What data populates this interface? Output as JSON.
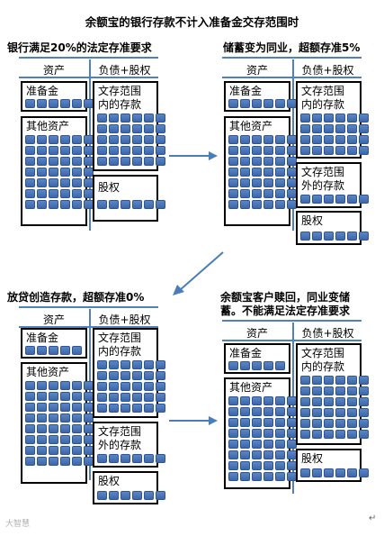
{
  "title": "余额宝的银行存款不计入准备金交存范围时",
  "column_headers": {
    "assets": "资产",
    "liabilities": "负债+股权"
  },
  "panels": [
    {
      "title_lines": [
        "银行满足20%的法定存准要求"
      ],
      "boxes": {
        "reserve": "准备金",
        "other_assets": "其他资产",
        "deposits_in": [
          "文存范围",
          "内的存款"
        ],
        "equity": "股权"
      }
    },
    {
      "title_lines": [
        "储蓄变为同业，超额存准5%"
      ],
      "boxes": {
        "reserve": "准备金",
        "other_assets": "其他资产",
        "deposits_in": [
          "文存范围",
          "内的存款"
        ],
        "deposits_out": [
          "文存范围",
          "外的存款"
        ],
        "equity": "股权"
      }
    },
    {
      "title_lines": [
        "放贷创造存款，超额存准0%"
      ],
      "boxes": {
        "reserve": "准备金",
        "other_assets": "其他资产",
        "deposits_in": [
          "文存范围",
          "内的存款"
        ],
        "deposits_out": [
          "文存范围",
          "外的存款"
        ],
        "equity": "股权"
      }
    },
    {
      "title_lines": [
        "余额宝客户赎回，同业变储",
        "蓄。不能满足法定存准要求"
      ],
      "boxes": {
        "reserve": "准备金",
        "other_assets": "其他资产",
        "deposits_in": [
          "文存范围",
          "内的存款"
        ],
        "equity": "股权"
      }
    }
  ],
  "watermark": "大智慧",
  "colors": {
    "accent_line": "#4f81bd",
    "block_fill": "#4a75b8",
    "block_border": "#2f5591",
    "arrow": "#4a7ebb"
  }
}
